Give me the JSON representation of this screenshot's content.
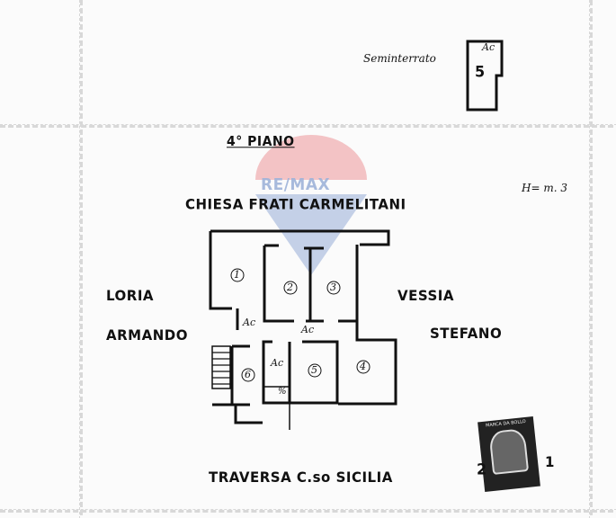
{
  "header": {
    "basement_label": "Seminterrato",
    "basement_room_label": "Ac",
    "basement_room_number": "5",
    "floor_title": "4° PIANO",
    "height_note": "H= m. 3"
  },
  "neighbors": {
    "north": "CHIESA  FRATI  CARMELITANI",
    "west_line1": "LORIA",
    "west_line2": "ARMANDO",
    "east_line1": "VESSIA",
    "east_line2": "STEFANO",
    "south": "TRAVERSA  C.so  SICILIA"
  },
  "rooms": [
    {
      "number": "1"
    },
    {
      "number": "2"
    },
    {
      "number": "3"
    },
    {
      "number": "4"
    },
    {
      "number": "5"
    },
    {
      "number": "6"
    }
  ],
  "room_labels": {
    "ac_left": "Ac",
    "ac_center": "Ac",
    "ac_bath": "Ac",
    "bath_mark": "%"
  },
  "stamp": {
    "left_number": "2",
    "right_number": "1",
    "text": "MARCA DA BOLLO"
  },
  "watermark": {
    "text": "RE/MAX",
    "colors": {
      "red": "#e0303a",
      "blue": "#1f4f9c"
    }
  }
}
